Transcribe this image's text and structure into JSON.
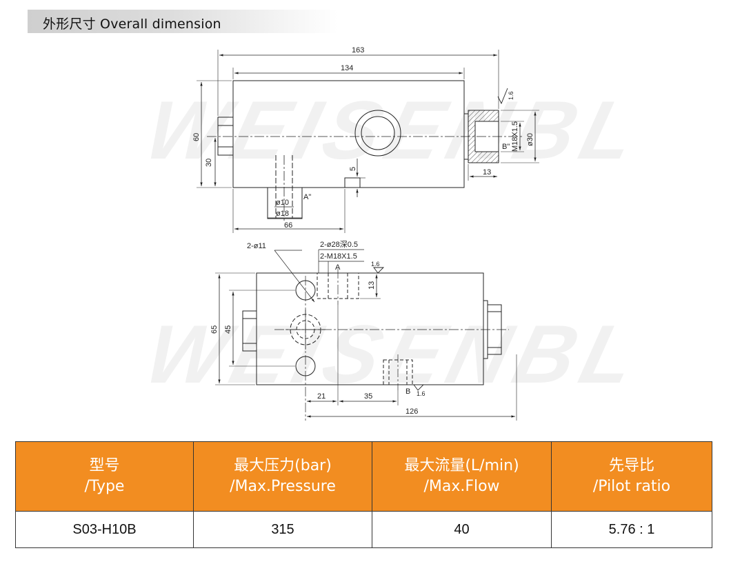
{
  "section": {
    "title": "外形尺寸 Overall dimension"
  },
  "watermark": {
    "text": "WEISENBL"
  },
  "drawing": {
    "top_view": {
      "dims": {
        "overall_length": "163",
        "body_length": "134",
        "height": "60",
        "center_height": "30",
        "step": "5",
        "port_inner_dia": "ø10",
        "port_outer_dia": "ø18",
        "port_a_label": "A\"",
        "port_position": "66",
        "thread": "M18X1.5",
        "port_b_label": "B\"",
        "spotface_dia": "ø30",
        "nut_length": "13",
        "roughness": "1.6"
      }
    },
    "front_view": {
      "dims": {
        "mount_holes": "2-ø11",
        "spotface": "2-ø28深0.5",
        "threads": "2-M18X1.5",
        "port_a": "A",
        "roughness_a": "1.6",
        "depth": "13",
        "height": "65",
        "hole_spacing": "45",
        "offset_1": "21",
        "offset_2": "35",
        "port_b": "B",
        "roughness_b": "1.6",
        "overall": "126"
      }
    }
  },
  "table": {
    "headers": [
      {
        "zh": "型号",
        "en": "/Type"
      },
      {
        "zh": "最大压力(bar)",
        "en": "/Max.Pressure"
      },
      {
        "zh": "最大流量(L/min)",
        "en": "/Max.Flow"
      },
      {
        "zh": "先导比",
        "en": "/Pilot ratio"
      }
    ],
    "rows": [
      [
        "S03-H10B",
        "315",
        "40",
        "5.76 : 1"
      ]
    ]
  },
  "colors": {
    "header_bg": "#f28d21",
    "header_text": "#ffffff",
    "line": "#333333"
  }
}
